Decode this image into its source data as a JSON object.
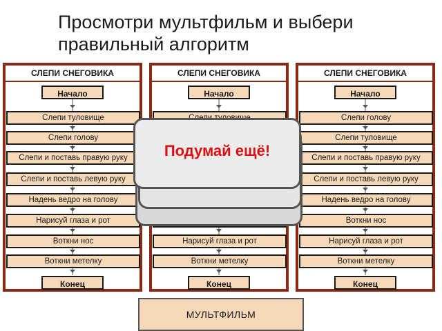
{
  "title": {
    "line1": "Просмотри мультфильм и выбери",
    "line2": "правильный алгоритм"
  },
  "columns": [
    {
      "header": "СЛЕПИ СНЕГОВИКА",
      "start": "Начало",
      "end": "Конец",
      "steps": [
        "Слепи туловище",
        "Слепи голову",
        "Слепи и поставь правую руку",
        "Слепи и поставь левую руку",
        "Надень ведро на голову",
        "Нарисуй глаза и рот",
        "Воткни нос",
        "Воткни метелку"
      ]
    },
    {
      "header": "СЛЕПИ СНЕГОВИКА",
      "start": "Начало",
      "end": "Конец",
      "steps": [
        "Слепи туловище",
        "",
        "",
        "",
        "",
        "",
        "Нарисуй глаза и рот",
        "Воткни метелку"
      ]
    },
    {
      "header": "СЛЕПИ СНЕГОВИКА",
      "start": "Начало",
      "end": "Конец",
      "steps": [
        "Слепи голову",
        "Слепи туловище",
        "Слепи и поставь правую руку",
        "Слепи и поставь левую руку",
        "Надень ведро на голову",
        "Воткни нос",
        "Нарисуй глаза и рот",
        "Воткни метелку"
      ]
    }
  ],
  "popup": {
    "message": "Подумай ещё!"
  },
  "movie_button": {
    "label": "МУЛЬТФИЛЬМ"
  },
  "colors": {
    "frame": "#8b2a14",
    "box_fill": "#f5d9b8",
    "popup_text": "#dd1010"
  }
}
